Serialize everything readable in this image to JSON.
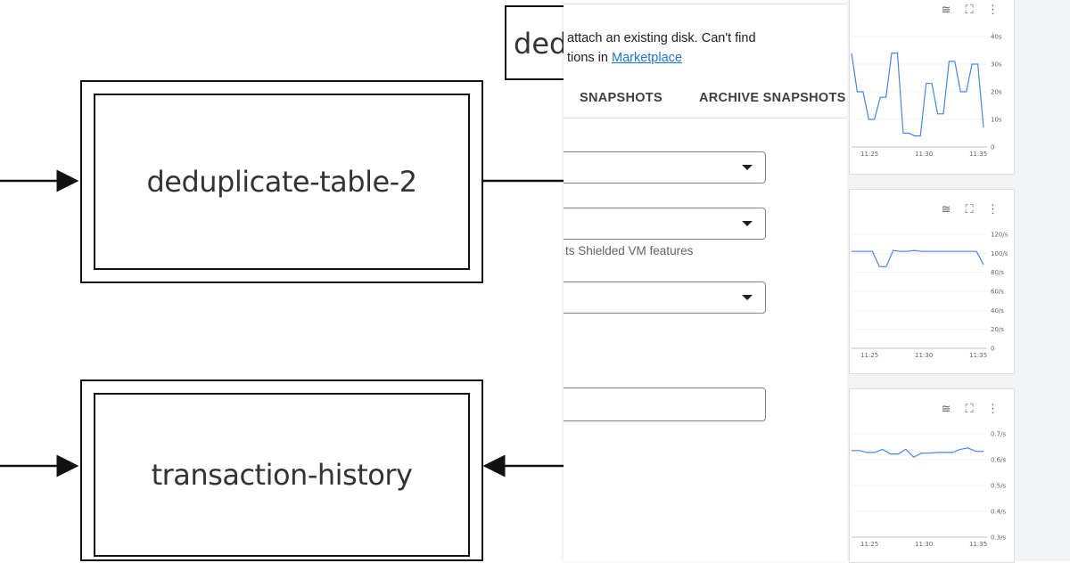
{
  "diagram": {
    "nodes": [
      {
        "label": "deduplicate-table-2"
      },
      {
        "label": "transaction-history"
      }
    ],
    "partial_node_label": "ded"
  },
  "dialog": {
    "help_line1": "attach an existing disk. Can't find",
    "help_line2_prefix": "tions in ",
    "marketplace_link": "Marketplace",
    "tabs": [
      "SNAPSHOTS",
      "ARCHIVE SNAPSHOTS"
    ],
    "shielded_hint": "ts Shielded VM features"
  },
  "monitor": {
    "charts": [
      {
        "x_ticks": [
          "11:25",
          "11:30",
          "11:35"
        ],
        "y_ticks": [
          "0",
          "10s",
          "20s",
          "30s",
          "40s"
        ],
        "ylim": [
          0,
          40
        ],
        "series_color": "#4285f4",
        "values": [
          34,
          20,
          20,
          10,
          10,
          18,
          18,
          34,
          34,
          5,
          5,
          4,
          4,
          23,
          23,
          12,
          12,
          31,
          31,
          20,
          20,
          30,
          30,
          7
        ]
      },
      {
        "x_ticks": [
          "11:25",
          "11:30",
          "11:35"
        ],
        "y_ticks": [
          "0",
          "20/s",
          "40/s",
          "60/s",
          "80/s",
          "100/s",
          "120/s"
        ],
        "ylim": [
          0,
          120
        ],
        "series_color": "#4285f4",
        "values": [
          102,
          102,
          102,
          102,
          86,
          86,
          103,
          102,
          102,
          103,
          102,
          102,
          102,
          102,
          102,
          102,
          102,
          102,
          102,
          88
        ]
      },
      {
        "x_ticks": [
          "11:25",
          "11:30",
          "11:35"
        ],
        "y_ticks": [
          "0.3/s",
          "0.4/s",
          "0.5/s",
          "0.6/s",
          "0.7/s"
        ],
        "ylim": [
          0.3,
          0.7
        ],
        "series_color": "#4285f4",
        "values": [
          0.635,
          0.635,
          0.628,
          0.628,
          0.64,
          0.622,
          0.622,
          0.64,
          0.61,
          0.625,
          0.625,
          0.628,
          0.628,
          0.628,
          0.64,
          0.645,
          0.632,
          0.632
        ]
      }
    ]
  }
}
